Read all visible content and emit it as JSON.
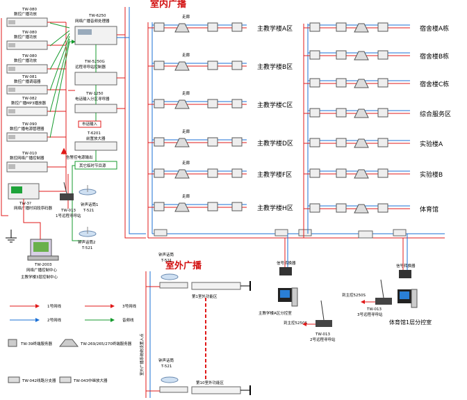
{
  "sections": {
    "indoor": "室内广播",
    "outdoor": "室外广播"
  },
  "left_devices": [
    {
      "model": "TW-080",
      "name": "数控广播功放"
    },
    {
      "model": "TW-080",
      "name": "数控广播功放"
    },
    {
      "model": "TW-080",
      "name": "数控广播功放"
    },
    {
      "model": "TW-081",
      "name": "数控广播调谐器"
    },
    {
      "model": "TW-082",
      "name": "数控广播MP3播放器"
    },
    {
      "model": "TW-090",
      "name": "数控广播电源管理器"
    },
    {
      "model": "TW-010",
      "name": "数控网络广播控制器"
    }
  ],
  "center_devices": {
    "processor": {
      "model": "TW-6250",
      "name": "网络广播音频处理器"
    },
    "remote_ctrl": {
      "model": "TW-5250G",
      "name": "远程寻呼站控制器"
    },
    "phone": {
      "model": "TW-1250",
      "name": "电话输入分区寻呼器"
    },
    "city_call": "市话输入",
    "preamp": {
      "model": "T-6201",
      "name": "前置放大器"
    },
    "other_source": "其它临时节目源"
  },
  "labels": {
    "fire_signal": "告警控电源输出",
    "decoder": "TW-3?",
    "decoder_name": "网络广播时间段序码器",
    "remote1_model": "TW-013",
    "remote1_name": "1号远程寻呼站",
    "bell1_name": "钟声话筒1",
    "bell1_model": "T-521",
    "bell2_name": "钟声话筒2",
    "bell2_model": "T-521",
    "center_model": "TW-2003",
    "center_name": "网络广播控制中心",
    "center_room": "主教学楼3层控制中心"
  },
  "zones_left": [
    {
      "name": "主教学楼A区",
      "corridor": "走廊"
    },
    {
      "name": "主教学楼B区",
      "corridor": "走廊"
    },
    {
      "name": "主教学楼C区",
      "corridor": "走廊"
    },
    {
      "name": "主教学楼D区",
      "corridor": "走廊"
    },
    {
      "name": "主教学楼F区",
      "corridor": "走廊"
    },
    {
      "name": "主教学楼H区",
      "corridor": "走廊"
    }
  ],
  "zones_right": [
    "宿舍楼A栋",
    "宿舍楼B栋",
    "宿舍楼C栋",
    "综合服务区",
    "实验楼A",
    "实验楼B",
    "体育馆"
  ],
  "outdoor": {
    "bell_top": {
      "name": "钟声话筒",
      "model": "T-521"
    },
    "bell_bottom": {
      "name": "钟声话筒",
      "model": "T-521"
    },
    "zone1": "第1室外功能区",
    "zone10": "第10室外功能区",
    "vertical_label": "室外广播系统统设置入点"
  },
  "substations": {
    "main": "主教学楼A区分控室",
    "gym": "体育馆1层分控室",
    "to_main_1": "到主控5250S",
    "to_main_2": "到主控5250S",
    "remote2_model": "TW-013",
    "remote2_name": "2号远程寻呼站",
    "remote3_model": "TW-013",
    "remote3_name": "3号远程寻呼站",
    "sig1": "信号转换器",
    "sig2": "信号转换器"
  },
  "legend": {
    "line1": "1号网线",
    "line2": "2号网线",
    "line3": "3号网线",
    "audio": "音频线",
    "terminal": "TW-39终端服务器",
    "speaker": "TW-269/265/270终端服务器",
    "splitter": "TW-042线路分支器",
    "amp": "TW-043中继放大器"
  },
  "colors": {
    "net1": "#e01818",
    "net2": "#1a6fd6",
    "audio": "#149a2c",
    "title": "#d21010"
  }
}
